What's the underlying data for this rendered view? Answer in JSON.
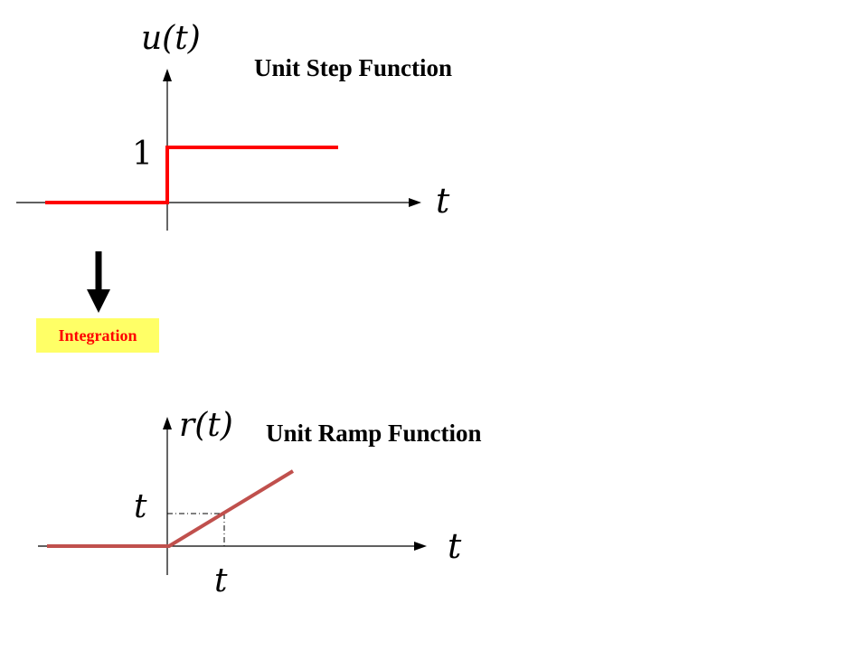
{
  "step": {
    "title": "Unit Step Function",
    "y_label": "u(t)",
    "x_label": "t",
    "level_label": "1"
  },
  "arrow": {
    "label": "Integration"
  },
  "ramp": {
    "title": "Unit Ramp Function",
    "y_label": "r(t)",
    "x_label": "t",
    "y_marker_label": "t",
    "x_marker_label": "t"
  },
  "colors": {
    "step_curve": "#ff0000",
    "ramp_curve": "#c0504d",
    "axis": "#000000",
    "label_bg": "#ffff66",
    "label_text": "#ff0000"
  }
}
